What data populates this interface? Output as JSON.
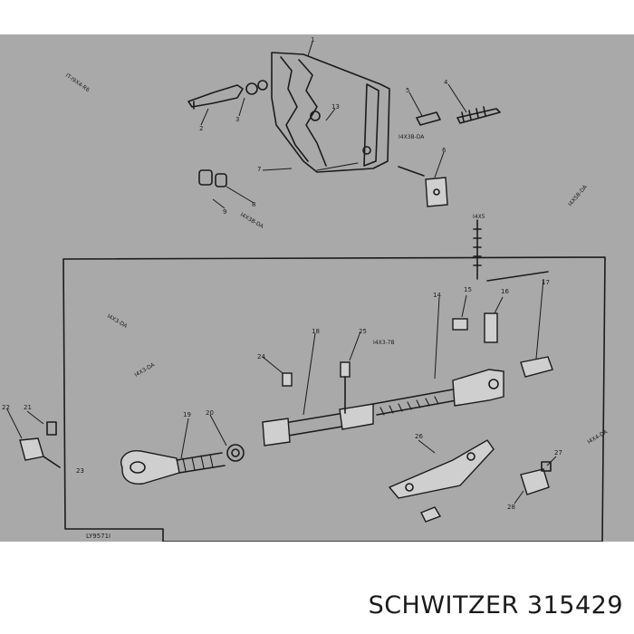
{
  "caption": {
    "brand": "SCHWITZER",
    "part_number": "315429"
  },
  "diagram": {
    "drawing_id": "LY9571I",
    "colors": {
      "background": "#a9a9a9",
      "ink": "#1b1b1b",
      "page": "#ffffff"
    }
  }
}
